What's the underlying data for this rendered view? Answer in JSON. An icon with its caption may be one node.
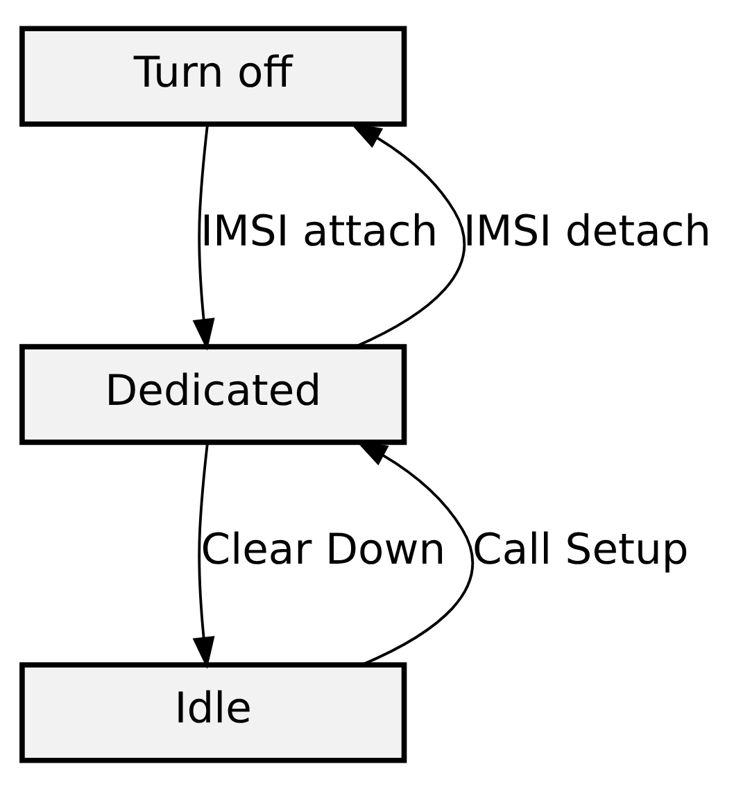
{
  "diagram": {
    "nodes": [
      {
        "text": [
          "Turn off"
        ]
      },
      {
        "text": [
          "Dedicated"
        ]
      },
      {
        "text": [
          "Idle"
        ]
      }
    ],
    "edges": [
      {
        "from": 0,
        "to": 1,
        "arrow": "to",
        "label": "IMSI attach"
      },
      {
        "from": 1,
        "to": 0,
        "arrow": "to",
        "label": "IMSI detach"
      },
      {
        "from": 1,
        "to": 2,
        "arrow": "to",
        "label": "Clear Down"
      },
      {
        "from": 2,
        "to": 1,
        "arrow": "to",
        "label": "Call Setup"
      }
    ]
  }
}
